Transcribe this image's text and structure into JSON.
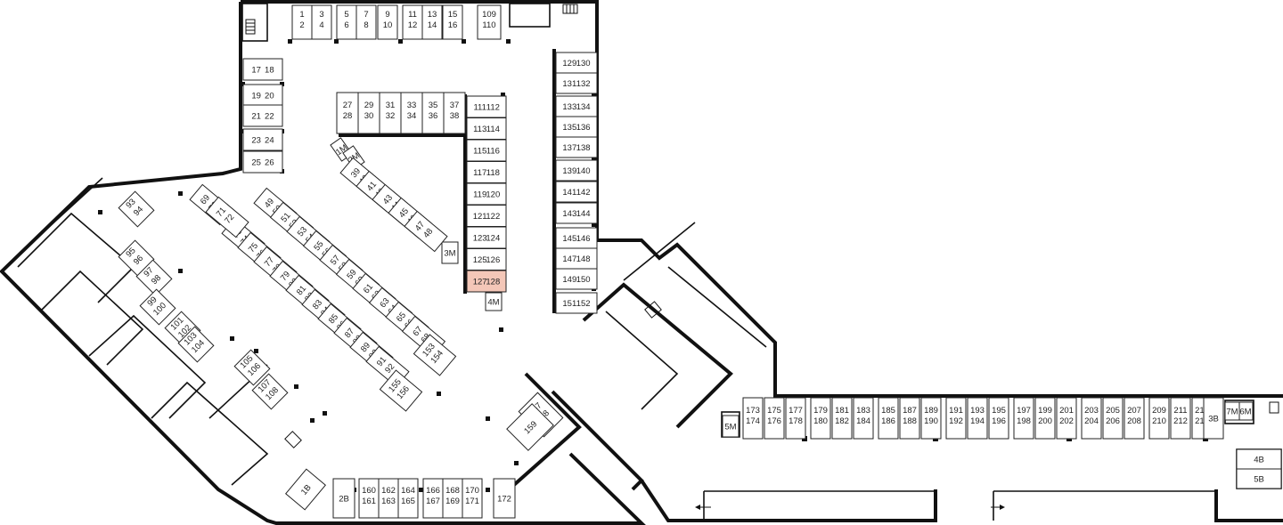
{
  "map": {
    "highlight_color": "#f4c7b8",
    "stalls": {
      "top_row": [
        {
          "id": "s1",
          "label": "1 2"
        },
        {
          "id": "s2",
          "label": "3 4"
        },
        {
          "id": "s3",
          "label": "5 6"
        },
        {
          "id": "s4",
          "label": "7 8"
        },
        {
          "id": "s5",
          "label": "9 10"
        },
        {
          "id": "s6",
          "label": "11 12"
        },
        {
          "id": "s7",
          "label": "13 14"
        },
        {
          "id": "s8",
          "label": "15 16"
        },
        {
          "id": "s9",
          "label": "109 110"
        }
      ],
      "left_column": [
        "17 18",
        "19 20",
        "21 22",
        "23 24",
        "25 26"
      ],
      "upper_block": [
        "27 28",
        "29 30",
        "31 32",
        "33 34",
        "35 36",
        "37 38"
      ],
      "center_column": [
        "111 112",
        "113 114",
        "115 116",
        "117 118",
        "119 120",
        "121 122",
        "123 124",
        "125 126",
        "127 128"
      ],
      "highlighted": "127 128",
      "right_column": [
        "129 130",
        "131 132",
        "133 134",
        "135 136",
        "137 138",
        "139 140",
        "141 142",
        "143 144",
        "145 146",
        "147 148",
        "149 150",
        "151 152"
      ],
      "diag_a": [
        "39 40",
        "41 42",
        "43 44",
        "45 46",
        "47 48"
      ],
      "diag_b": [
        "49 50",
        "51 52",
        "53 54",
        "55 56",
        "57 58",
        "59 60",
        "61 62",
        "63 64",
        "65 66",
        "67 68"
      ],
      "diag_c": [
        "73 74",
        "75 76",
        "77 78",
        "79 80",
        "81 82",
        "83 84",
        "85 86",
        "87 88",
        "89 90",
        "91 92"
      ],
      "diag_d": [
        "69 70",
        "71 72"
      ],
      "diag_e": [
        "153 154",
        "155 156"
      ],
      "left_wing": [
        "93 94",
        "95 96",
        "97 98",
        "99 100",
        "101 102",
        "103 104",
        "105 106",
        "107 108"
      ],
      "bottom_row": [
        "160 161",
        "162 163",
        "164 165",
        "166 167",
        "168 169",
        "170 171"
      ],
      "bottom_singles": [
        "1B",
        "2B",
        "172",
        "157 158",
        "159"
      ],
      "motor": [
        "1M",
        "2M",
        "3M",
        "4M",
        "5M",
        "6M",
        "7M"
      ],
      "east_row": [
        "173 174",
        "175 176",
        "177 178",
        "179 180",
        "181 182",
        "183 184",
        "185 186",
        "187 188",
        "189 190",
        "191 192",
        "193 194",
        "195 196",
        "197 198",
        "199 200",
        "201 202",
        "203 204",
        "205 206",
        "207 208",
        "209 210",
        "211 212",
        "213 214"
      ],
      "east_extra": [
        "3B",
        "4B",
        "5B"
      ]
    }
  }
}
